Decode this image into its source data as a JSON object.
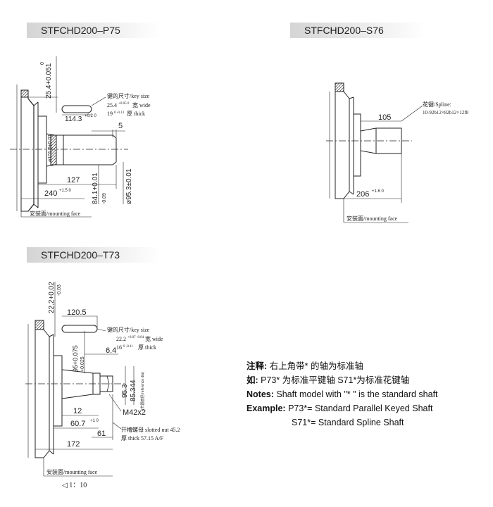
{
  "sections": {
    "p75": {
      "title": "STFCHD200–P75",
      "dim_top": "25.4+0.051",
      "dim_top_tol": "0",
      "key_label_cn": "键的尺寸/key size",
      "key_line1": "25.4",
      "key_line1_tol": "+0.05 0",
      "key_line1_unit": "宽 wide",
      "key_line2": "19",
      "key_line2_tol": "0 -0.13",
      "key_line2_unit": "厚 thick",
      "dim_keylen": "114.3",
      "dim_keylen_tol": "+0.2 0",
      "dim_5": "5",
      "dim_shaft_dia": "ø101.6±0.01",
      "dim_127": "127",
      "dim_240": "240",
      "dim_240_tol": "+1.5 0",
      "dim_84": "84.1+0.01",
      "dim_84_tol": "-0.09",
      "dim_95": "ø95.3±0.01",
      "mount": "安装面/mounting face"
    },
    "s76": {
      "title": "STFCHD200–S76",
      "spline_label": "花键/Spline:",
      "spline_spec": "10-92b12×82b12×12f8",
      "dim_105": "105",
      "dim_206": "206",
      "dim_206_tol": "+1.6 0",
      "mount": "安装面/mounting face"
    },
    "t73": {
      "title": "STFCHD200–T73",
      "dim_top": "22.2+0.02",
      "dim_top_tol": "-0.03",
      "dim_1205": "120.5",
      "key_label_cn": "键的尺寸/key size",
      "key_line1": "22.2",
      "key_line1_tol": "+0.07 -0.04",
      "key_line1_unit": "宽 wide",
      "key_line2": "16",
      "key_line2_tol": "0 -0.11",
      "key_line2_unit": "厚 thick",
      "dim_64": "6.4",
      "dim_95075": "95+0.075",
      "dim_95075_tol": "+0.025",
      "dim_85344": "85.344",
      "dim_pitch": "(节圆直径/reference dia)",
      "dim_953": "95.3",
      "dim_12": "12",
      "dim_m42": "M42x2",
      "dim_607": "60.7",
      "dim_607_tol": "+1 0",
      "dim_61": "61",
      "nut_cn": "开槽螺母 slotted nut 45.2",
      "nut_en": "厚 thick 57.15 A/F",
      "dim_172": "172",
      "mount": "安装面/mounting face",
      "taper": "◁ 1：10"
    }
  },
  "notes": {
    "line1_label": "注释:",
    "line1_text": " 右上角带* 的轴为标准轴",
    "line2_label": "如:",
    "line2_text": " P73*  为标准平键轴    S71*为标准花键轴",
    "line3_label": "Notes:",
    "line3_text": " Shaft model with \"* \" is the standard shaft",
    "line4_label": "Example:",
    "line4_text": " P73*= Standard Parallel Keyed Shaft",
    "line5_text": "S71*= Standard Spline Shaft"
  }
}
